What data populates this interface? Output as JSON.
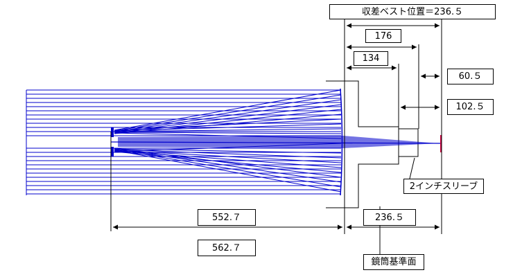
{
  "labels": {
    "best_position": "収差ベスト位置＝236.５",
    "d176": "176",
    "d134": "134",
    "d60_5": "60.５",
    "d102_5": "102.５",
    "sleeve": "2インチスリーブ",
    "d552_7": "552.７",
    "d236_5": "236.５",
    "d562_7": "562.７",
    "tube_ref": "鏡筒基準面"
  },
  "colors": {
    "line": "#000000",
    "ray": "#0000cc",
    "focus": "#d00040"
  }
}
